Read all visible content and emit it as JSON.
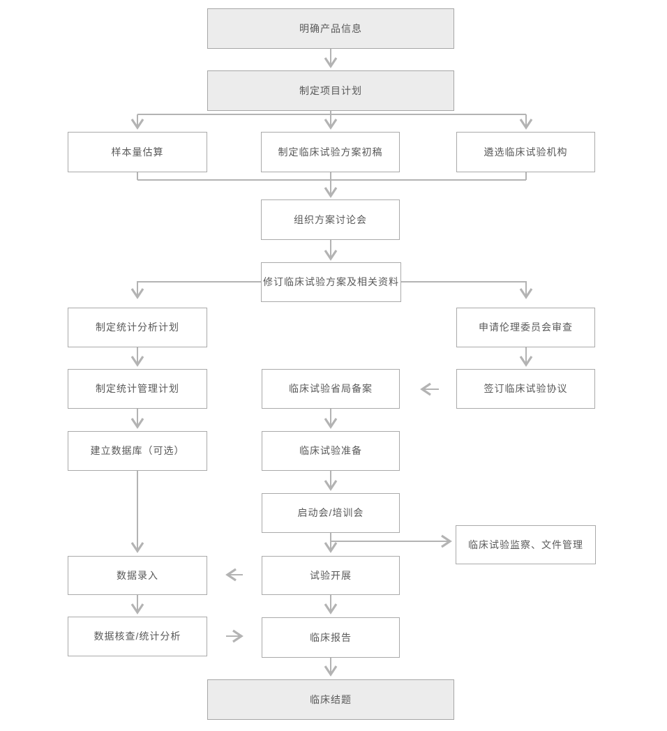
{
  "diagram": {
    "title": "clinical-trial-process-flowchart",
    "colors": {
      "highlight_fill": "#ececec",
      "box_border": "#a9a9a9",
      "connector": "#b3b3b3",
      "text": "#595959"
    },
    "nodes": {
      "product_info": "明确产品信息",
      "project_plan": "制定项目计划",
      "sample_size": "样本量估算",
      "protocol_draft": "制定临床试验方案初稿",
      "site_selection": "遴选临床试验机构",
      "protocol_meeting": "组织方案讨论会",
      "protocol_revision": "修订临床试验方案及相关资料",
      "sap": "制定统计分析计划",
      "dmp": "制定统计管理计划",
      "database_setup": "建立数据库（可选）",
      "data_entry": "数据录入",
      "data_check": "数据核查/统计分析",
      "provincial_filing": "临床试验省局备案",
      "trial_preparation": "临床试验准备",
      "kickoff_meeting": "启动会/培训会",
      "trial_conduct": "试验开展",
      "clinical_report": "临床报告",
      "ethics_review": "申请伦理委员会审查",
      "trial_agreement": "签订临床试验协议",
      "monitoring_docs": "临床试验监察、文件管理",
      "trial_closure": "临床结题"
    },
    "edges": [
      {
        "from": "product_info",
        "to": "project_plan"
      },
      {
        "from": "project_plan",
        "to": "sample_size"
      },
      {
        "from": "project_plan",
        "to": "protocol_draft"
      },
      {
        "from": "project_plan",
        "to": "site_selection"
      },
      {
        "from": "sample_size",
        "to": "protocol_meeting"
      },
      {
        "from": "protocol_draft",
        "to": "protocol_meeting"
      },
      {
        "from": "site_selection",
        "to": "protocol_meeting"
      },
      {
        "from": "protocol_meeting",
        "to": "protocol_revision"
      },
      {
        "from": "protocol_revision",
        "to": "sap"
      },
      {
        "from": "protocol_revision",
        "to": "ethics_review"
      },
      {
        "from": "sap",
        "to": "dmp"
      },
      {
        "from": "dmp",
        "to": "database_setup"
      },
      {
        "from": "database_setup",
        "to": "data_entry"
      },
      {
        "from": "data_entry",
        "to": "data_check"
      },
      {
        "from": "ethics_review",
        "to": "trial_agreement"
      },
      {
        "from": "trial_agreement",
        "to": "provincial_filing"
      },
      {
        "from": "provincial_filing",
        "to": "trial_preparation"
      },
      {
        "from": "trial_preparation",
        "to": "kickoff_meeting"
      },
      {
        "from": "kickoff_meeting",
        "to": "trial_conduct"
      },
      {
        "from": "kickoff_meeting",
        "to": "monitoring_docs"
      },
      {
        "from": "trial_conduct",
        "to": "data_entry"
      },
      {
        "from": "data_check",
        "to": "clinical_report"
      },
      {
        "from": "trial_conduct",
        "to": "clinical_report"
      },
      {
        "from": "clinical_report",
        "to": "trial_closure"
      }
    ]
  }
}
